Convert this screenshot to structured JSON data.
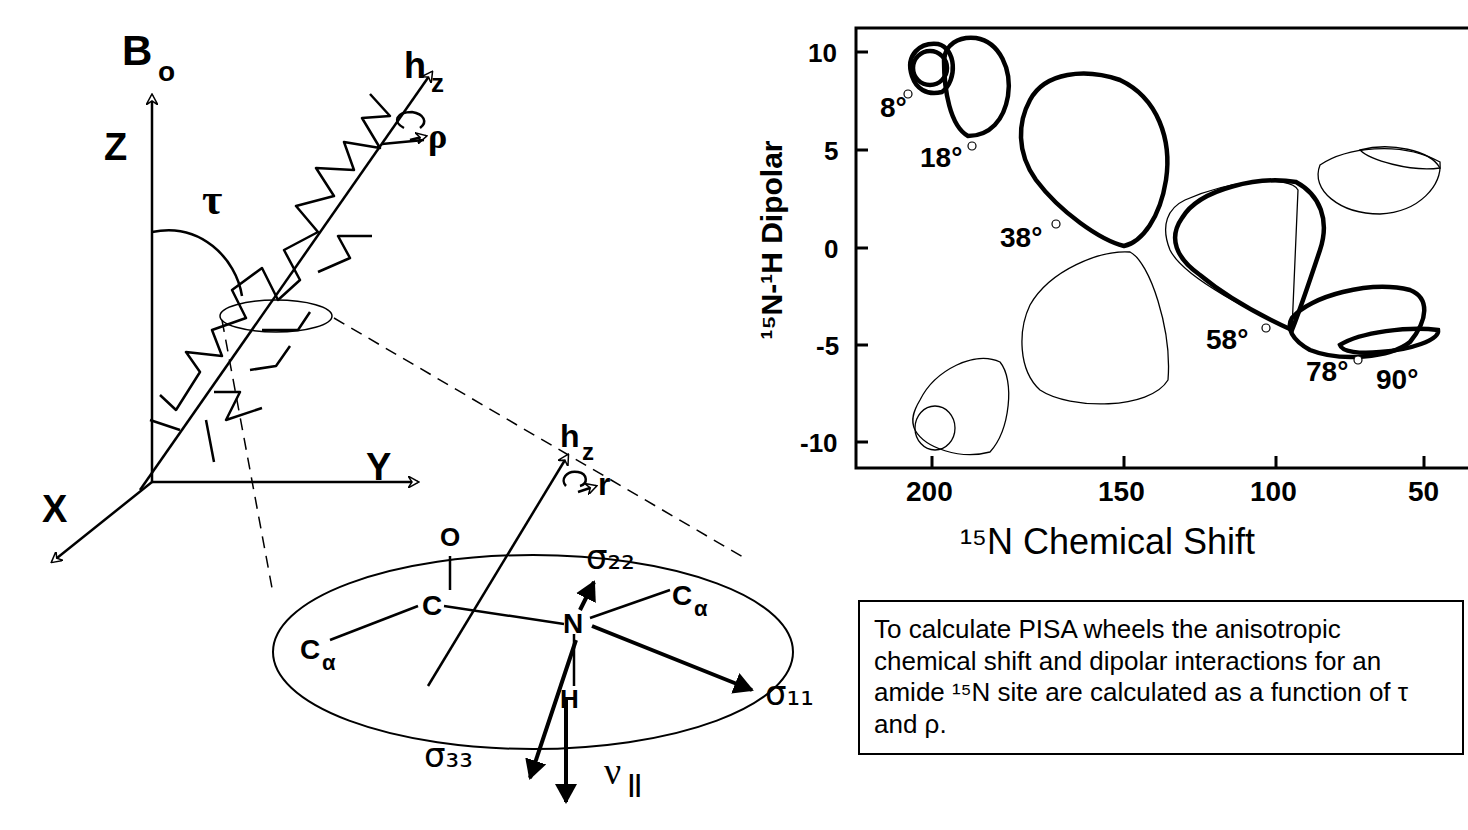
{
  "diagram": {
    "nodes": [
      {
        "text": [
          "To calculate PISA wheels the anisotropic chemical shift and dipolar interactions for an amide ¹⁵N site are calculated as a function of τ and ρ."
        ]
      }
    ],
    "labels": [
      "B",
      "o",
      "Z",
      "τ",
      "h",
      "z",
      "ρ",
      "X",
      "Y",
      "h",
      "z",
      "r",
      "O",
      "C",
      "C",
      "α",
      "N",
      "H",
      "C",
      "α",
      "σ₂₂",
      "σ₁₁",
      "σ₃₃",
      "ν",
      "||",
      "10",
      "5",
      "0",
      "-5",
      "-10",
      "200",
      "150",
      "100",
      "50",
      "¹⁵N-¹H Dipolar",
      "¹⁵N Chemical Shift",
      "8°",
      "18°",
      "38°",
      "58°",
      "78°",
      "90°"
    ]
  }
}
